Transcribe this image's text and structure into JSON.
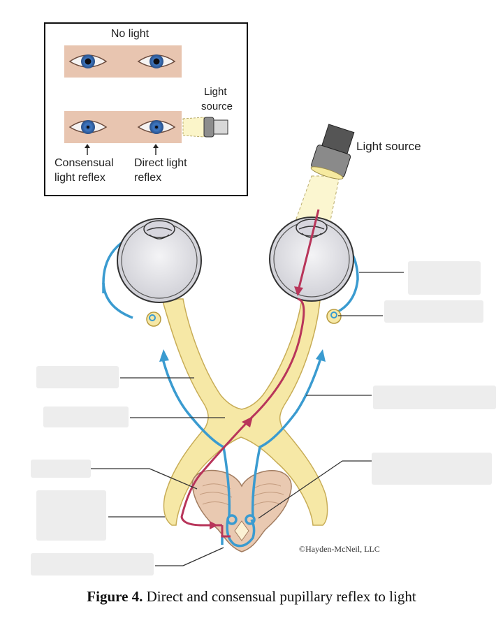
{
  "inset": {
    "no_light": "No light",
    "light_source": [
      "Light",
      "source"
    ],
    "consensual": [
      "Consensual",
      "light reflex"
    ],
    "direct": [
      "Direct light",
      "reflex"
    ]
  },
  "main": {
    "light_source": "Light source",
    "copyright": "©Hayden-McNeil, LLC"
  },
  "caption": {
    "label": "Figure 4.",
    "text": " Direct and consensual pupillary reflex to light"
  },
  "colors": {
    "nerve": "#f6e8a6",
    "nerve_outline": "#c8ad57",
    "efferent": "#3a9bd0",
    "afferent": "#b8355a",
    "eyeball": "#dcdbe3",
    "brainstem": "#e9c9b1"
  }
}
